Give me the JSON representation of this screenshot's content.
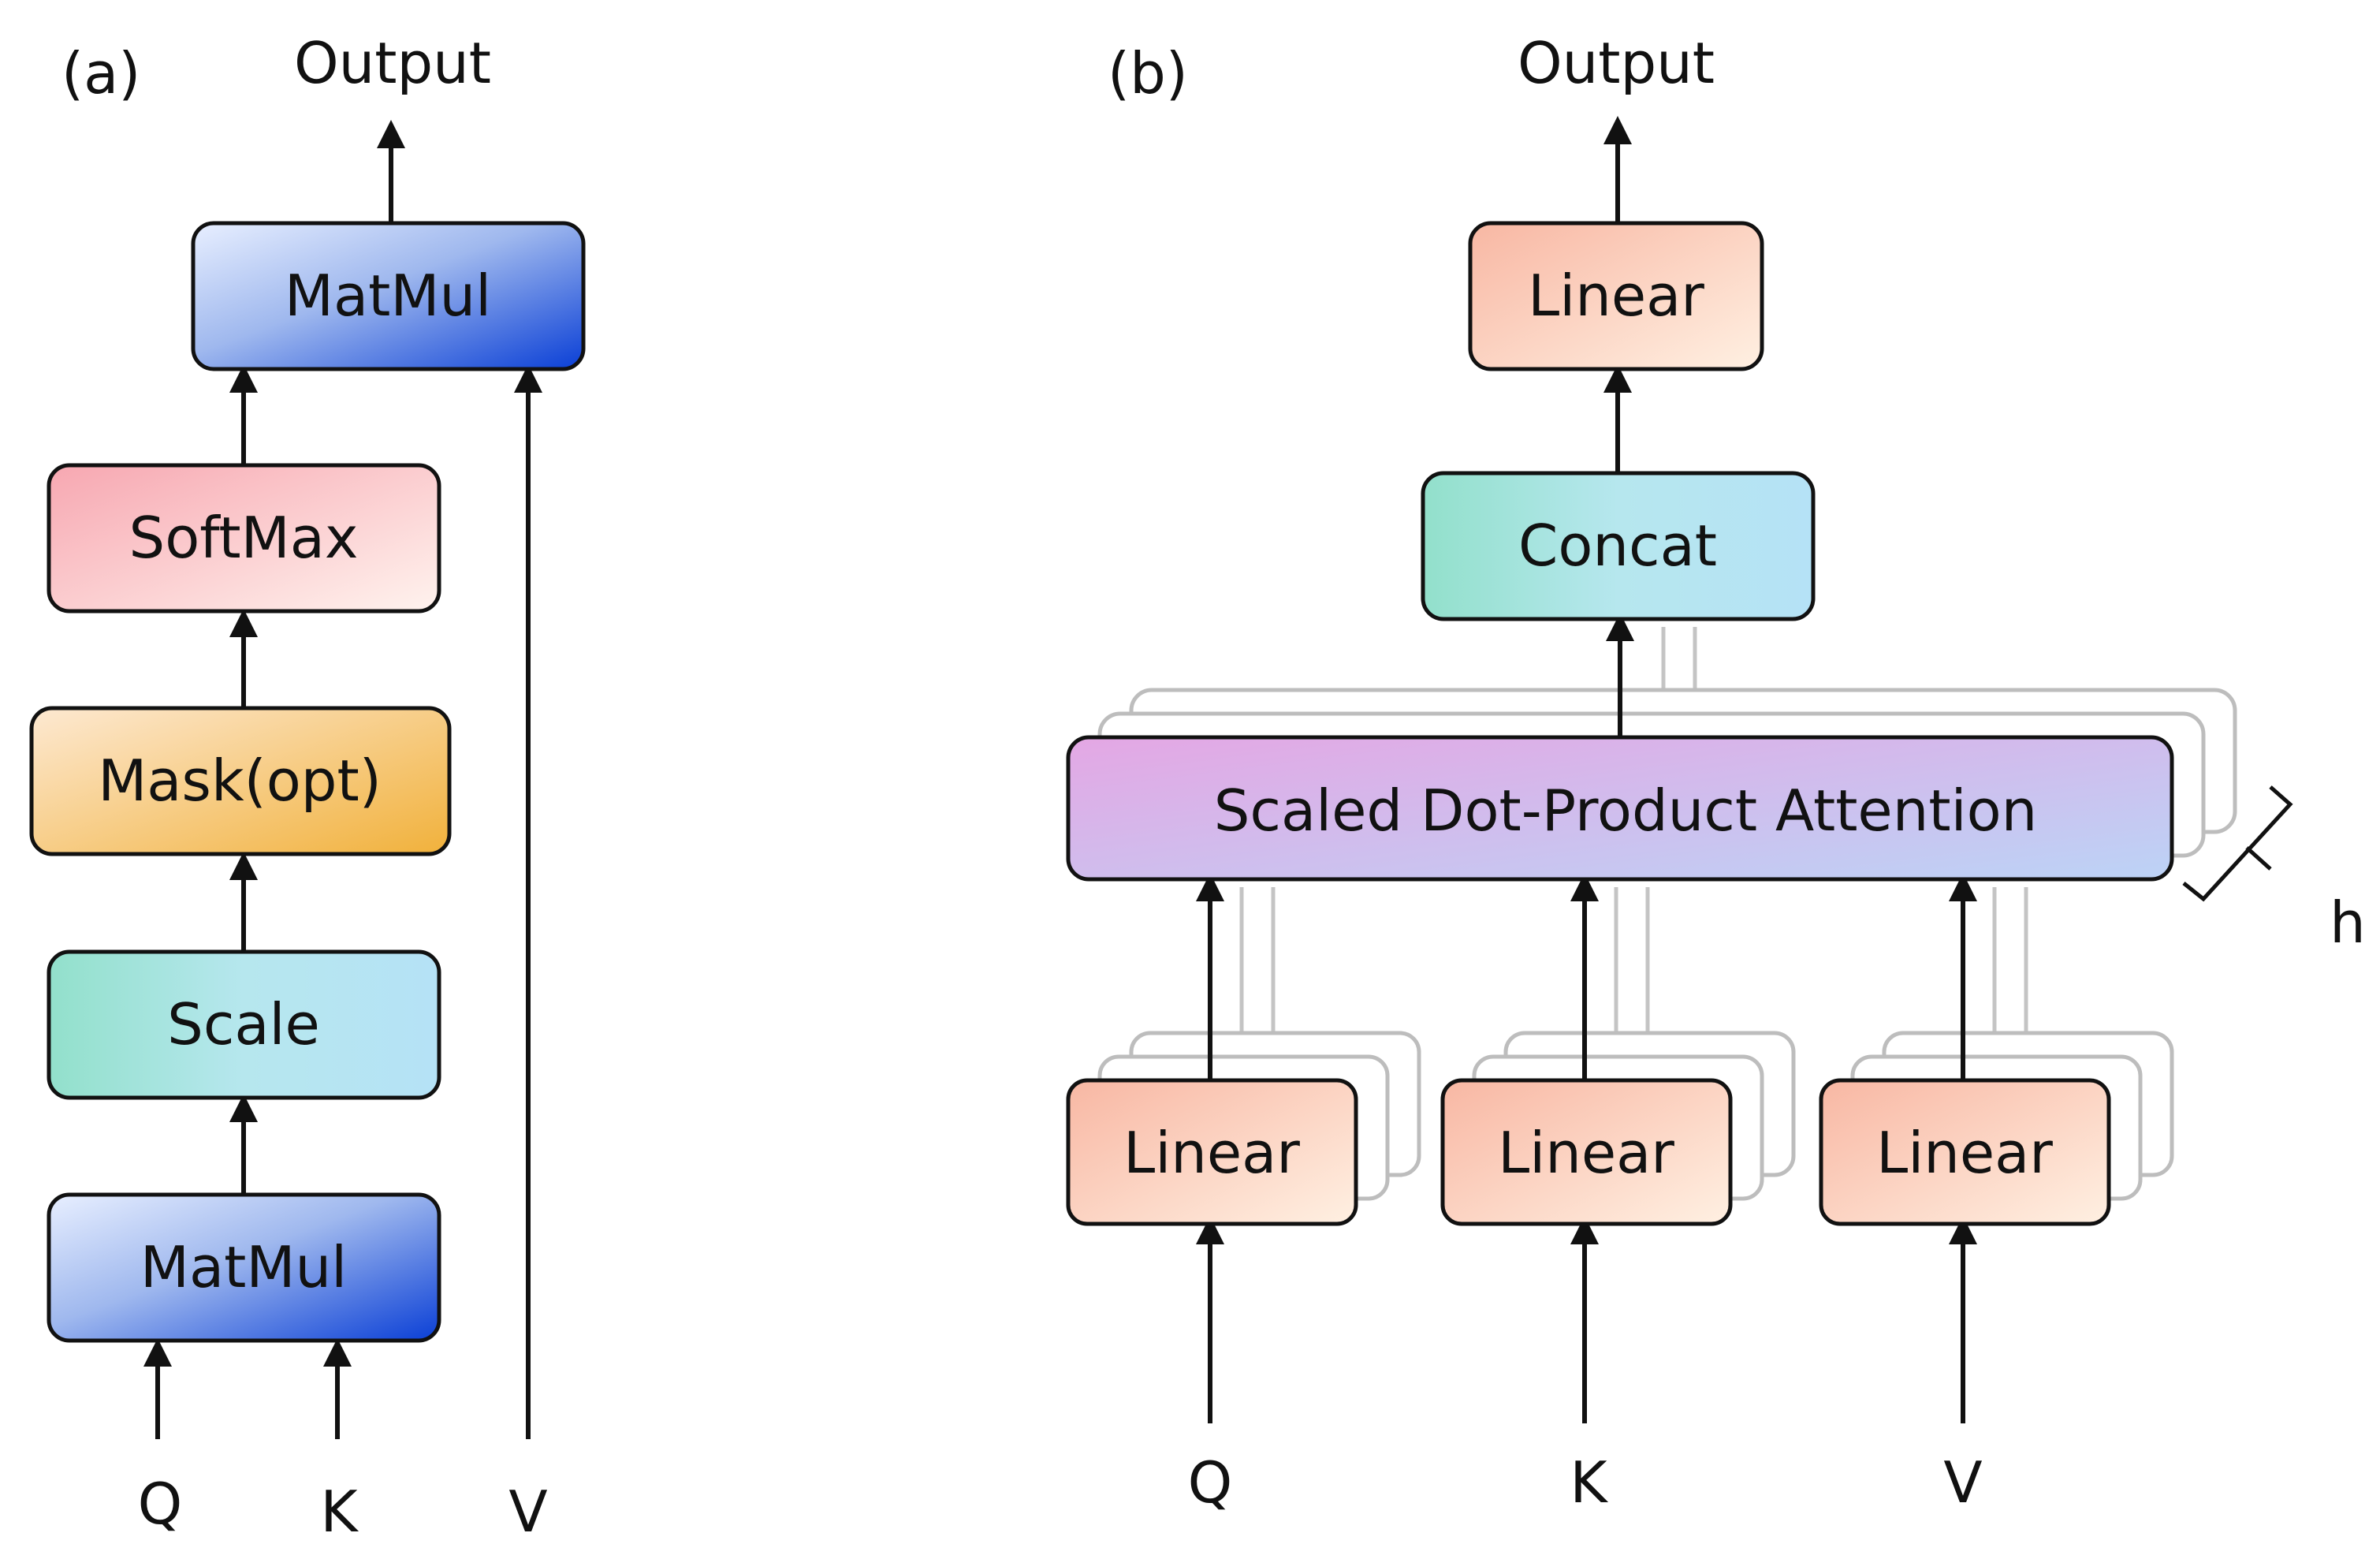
{
  "panel_a": {
    "label": "(a)",
    "output": "Output",
    "matmul_top": "MatMul",
    "softmax": "SoftMax",
    "mask": "Mask(opt)",
    "scale": "Scale",
    "matmul_bottom": "MatMul",
    "inputs": [
      "Q",
      "K",
      "V"
    ]
  },
  "panel_b": {
    "label": "(b)",
    "output": "Output",
    "linear_top": "Linear",
    "concat": "Concat",
    "attention": "Scaled Dot-Product Attention",
    "heads": "h",
    "linear_q": "Linear",
    "linear_k": "Linear",
    "linear_v": "Linear",
    "inputs": [
      "Q",
      "K",
      "V"
    ]
  }
}
